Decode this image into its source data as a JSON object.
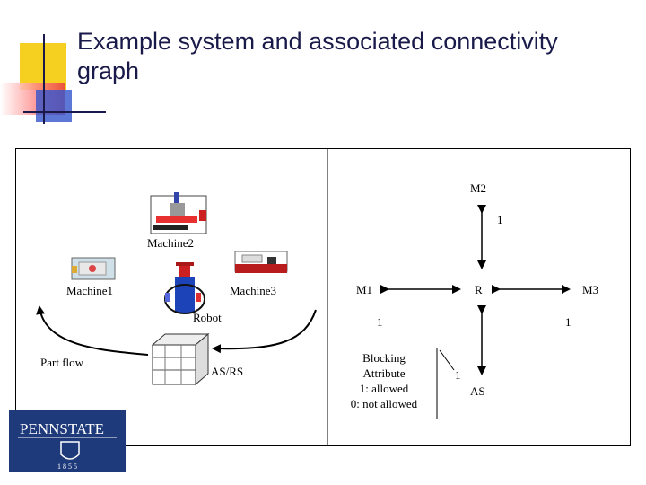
{
  "slide": {
    "title_line1": "Example system and associated connectivity",
    "title_line2": "graph"
  },
  "system": {
    "machine1": "Machine1",
    "machine2": "Machine2",
    "machine3": "Machine3",
    "robot": "Robot",
    "asrs": "AS/RS",
    "part_flow": "Part flow"
  },
  "graph": {
    "nodes": {
      "m1": "M1",
      "m2": "M2",
      "m3": "M3",
      "r": "R",
      "as": "AS"
    },
    "edge_labels": {
      "r_m2": "1",
      "m1_r": "1",
      "m3_r": "1",
      "as_r": "1"
    }
  },
  "legend": {
    "line1": "Blocking",
    "line2": "Attribute",
    "line3": "1: allowed",
    "line4": "0: not allowed"
  },
  "logo": {
    "name": "PENNSTATE",
    "year": "1855"
  },
  "colors": {
    "title": "#1a1a4a",
    "accent_blue": "#3355cc",
    "accent_red": "#e84040",
    "accent_yellow": "#f5d020",
    "logo_bg": "#1f3a7a"
  }
}
